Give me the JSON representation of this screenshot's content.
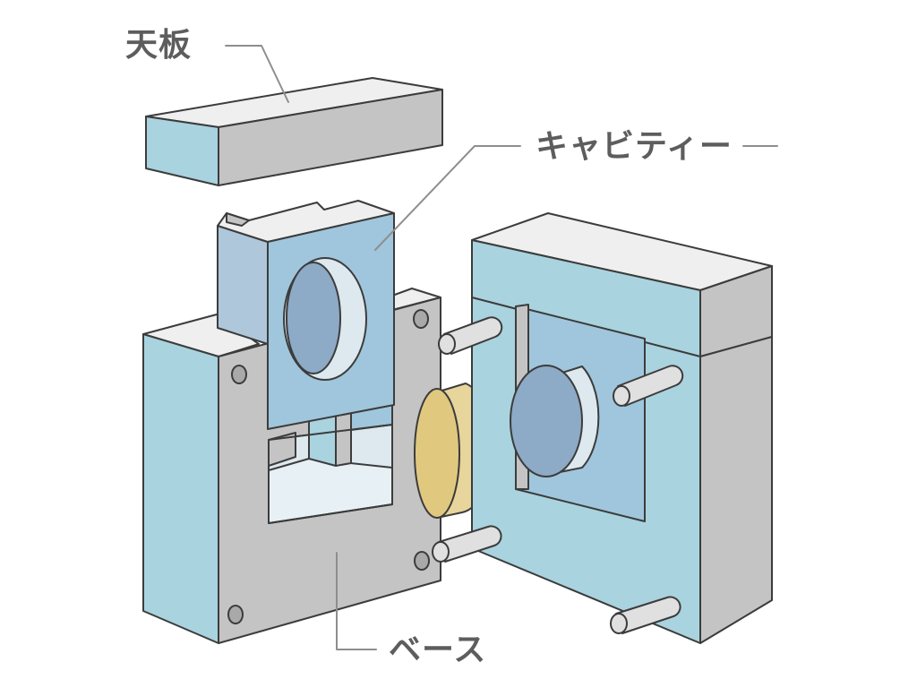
{
  "labels": {
    "top_plate": "天板",
    "cavity": "キャビティー",
    "base": "ベース"
  },
  "colors": {
    "light_blue_face": "#a9d3df",
    "blue_face": "#9fc6dc",
    "gray_face": "#c4c4c4",
    "light_top": "#efefef",
    "cavity_recess": "#8daac6",
    "cavity_rim": "#dde9ee",
    "product_disc": "#e4cf8a",
    "outline": "#3c3c3c",
    "label_text": "#5d5d5d",
    "leader_line": "#8e8e8e"
  }
}
